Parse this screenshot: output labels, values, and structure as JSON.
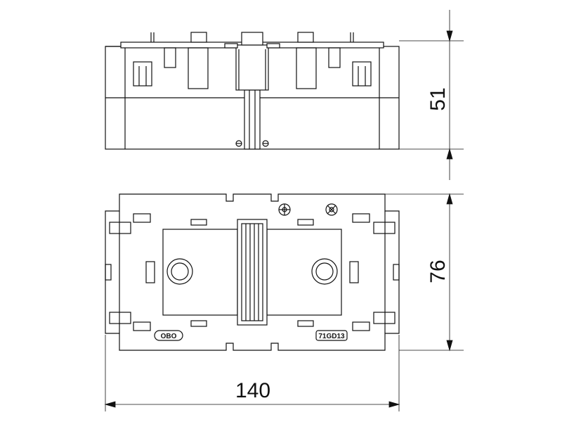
{
  "dimensions": {
    "height_top": "51",
    "height_bottom": "76",
    "width": "140"
  },
  "stamps": {
    "logo": "OBO",
    "model": "71GD13"
  },
  "colors": {
    "line": "#111111",
    "fill": "#ffffff"
  }
}
